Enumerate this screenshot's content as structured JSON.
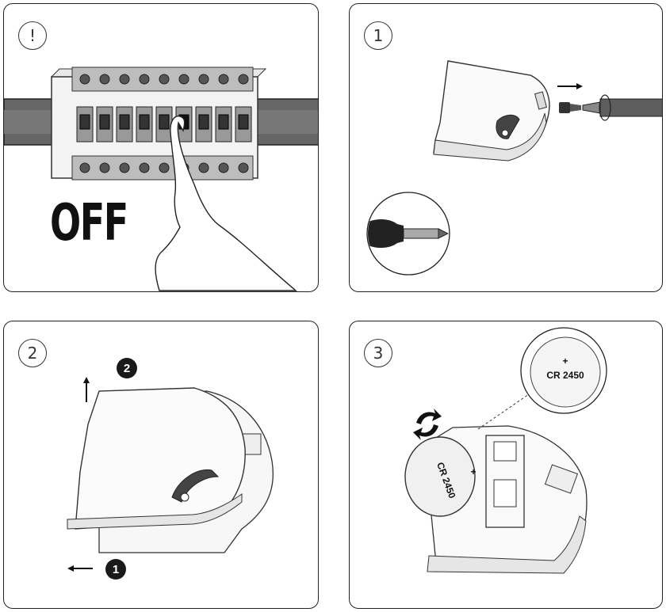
{
  "steps": [
    {
      "badge": "!",
      "label": "OFF"
    },
    {
      "badge": "1"
    },
    {
      "badge": "2",
      "order_badges": [
        "1",
        "2"
      ]
    },
    {
      "badge": "3",
      "battery_label": "CR 2450",
      "battery_plus": "+"
    }
  ]
}
